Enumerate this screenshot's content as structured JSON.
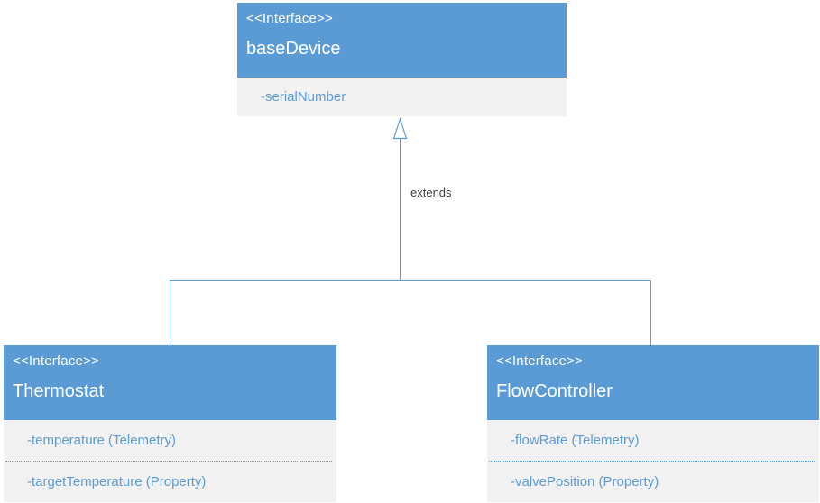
{
  "diagram": {
    "type": "uml-interface-inheritance",
    "nodes": {
      "base": {
        "stereotype": "<<Interface>>",
        "name": "baseDevice",
        "attributes": [
          "-serialNumber"
        ]
      },
      "left": {
        "stereotype": "<<Interface>>",
        "name": "Thermostat",
        "attributes": [
          "-temperature (Telemetry)",
          "-targetTemperature (Property)"
        ]
      },
      "right": {
        "stereotype": "<<Interface>>",
        "name": "FlowController",
        "attributes": [
          "-flowRate (Telemetry)",
          "-valvePosition (Property)"
        ]
      }
    },
    "edges": {
      "label": "extends",
      "relations": [
        {
          "from": "Thermostat",
          "to": "baseDevice",
          "type": "extends"
        },
        {
          "from": "FlowController",
          "to": "baseDevice",
          "type": "extends"
        }
      ]
    },
    "colors": {
      "header_fill": "#5b9bd5",
      "header_text": "#ffffff",
      "body_fill": "#f2f2f2",
      "attribute_text": "#5b9bd5",
      "connector_line": "#5b9bd5",
      "edge_label_text": "#404040",
      "background": "#ffffff"
    }
  }
}
